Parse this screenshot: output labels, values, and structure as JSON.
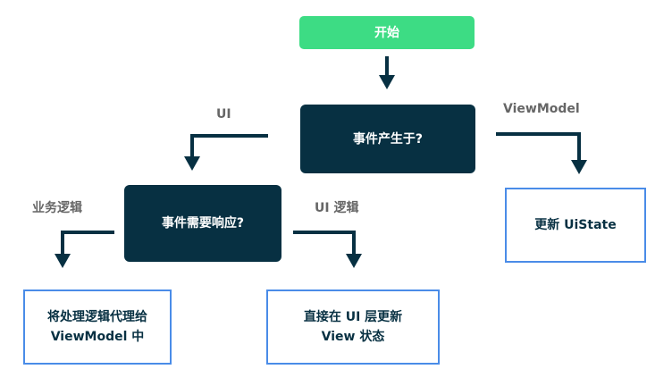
{
  "colors": {
    "start": "#3ddc84",
    "decision": "#073042",
    "result_border": "#4a8ce8",
    "label_text": "#666666"
  },
  "nodes": {
    "start": "开始",
    "decision_origin": "事件产生于?",
    "decision_response": "事件需要响应?",
    "update_state": "更新 UiState",
    "delegate_line1": "将处理逻辑代理给",
    "delegate_line2": "ViewModel 中",
    "update_view_line1": "直接在 UI 层更新",
    "update_view_line2": "View 状态"
  },
  "edge_labels": {
    "ui": "UI",
    "viewmodel": "ViewModel",
    "business_logic": "业务逻辑",
    "ui_logic": "UI 逻辑"
  }
}
